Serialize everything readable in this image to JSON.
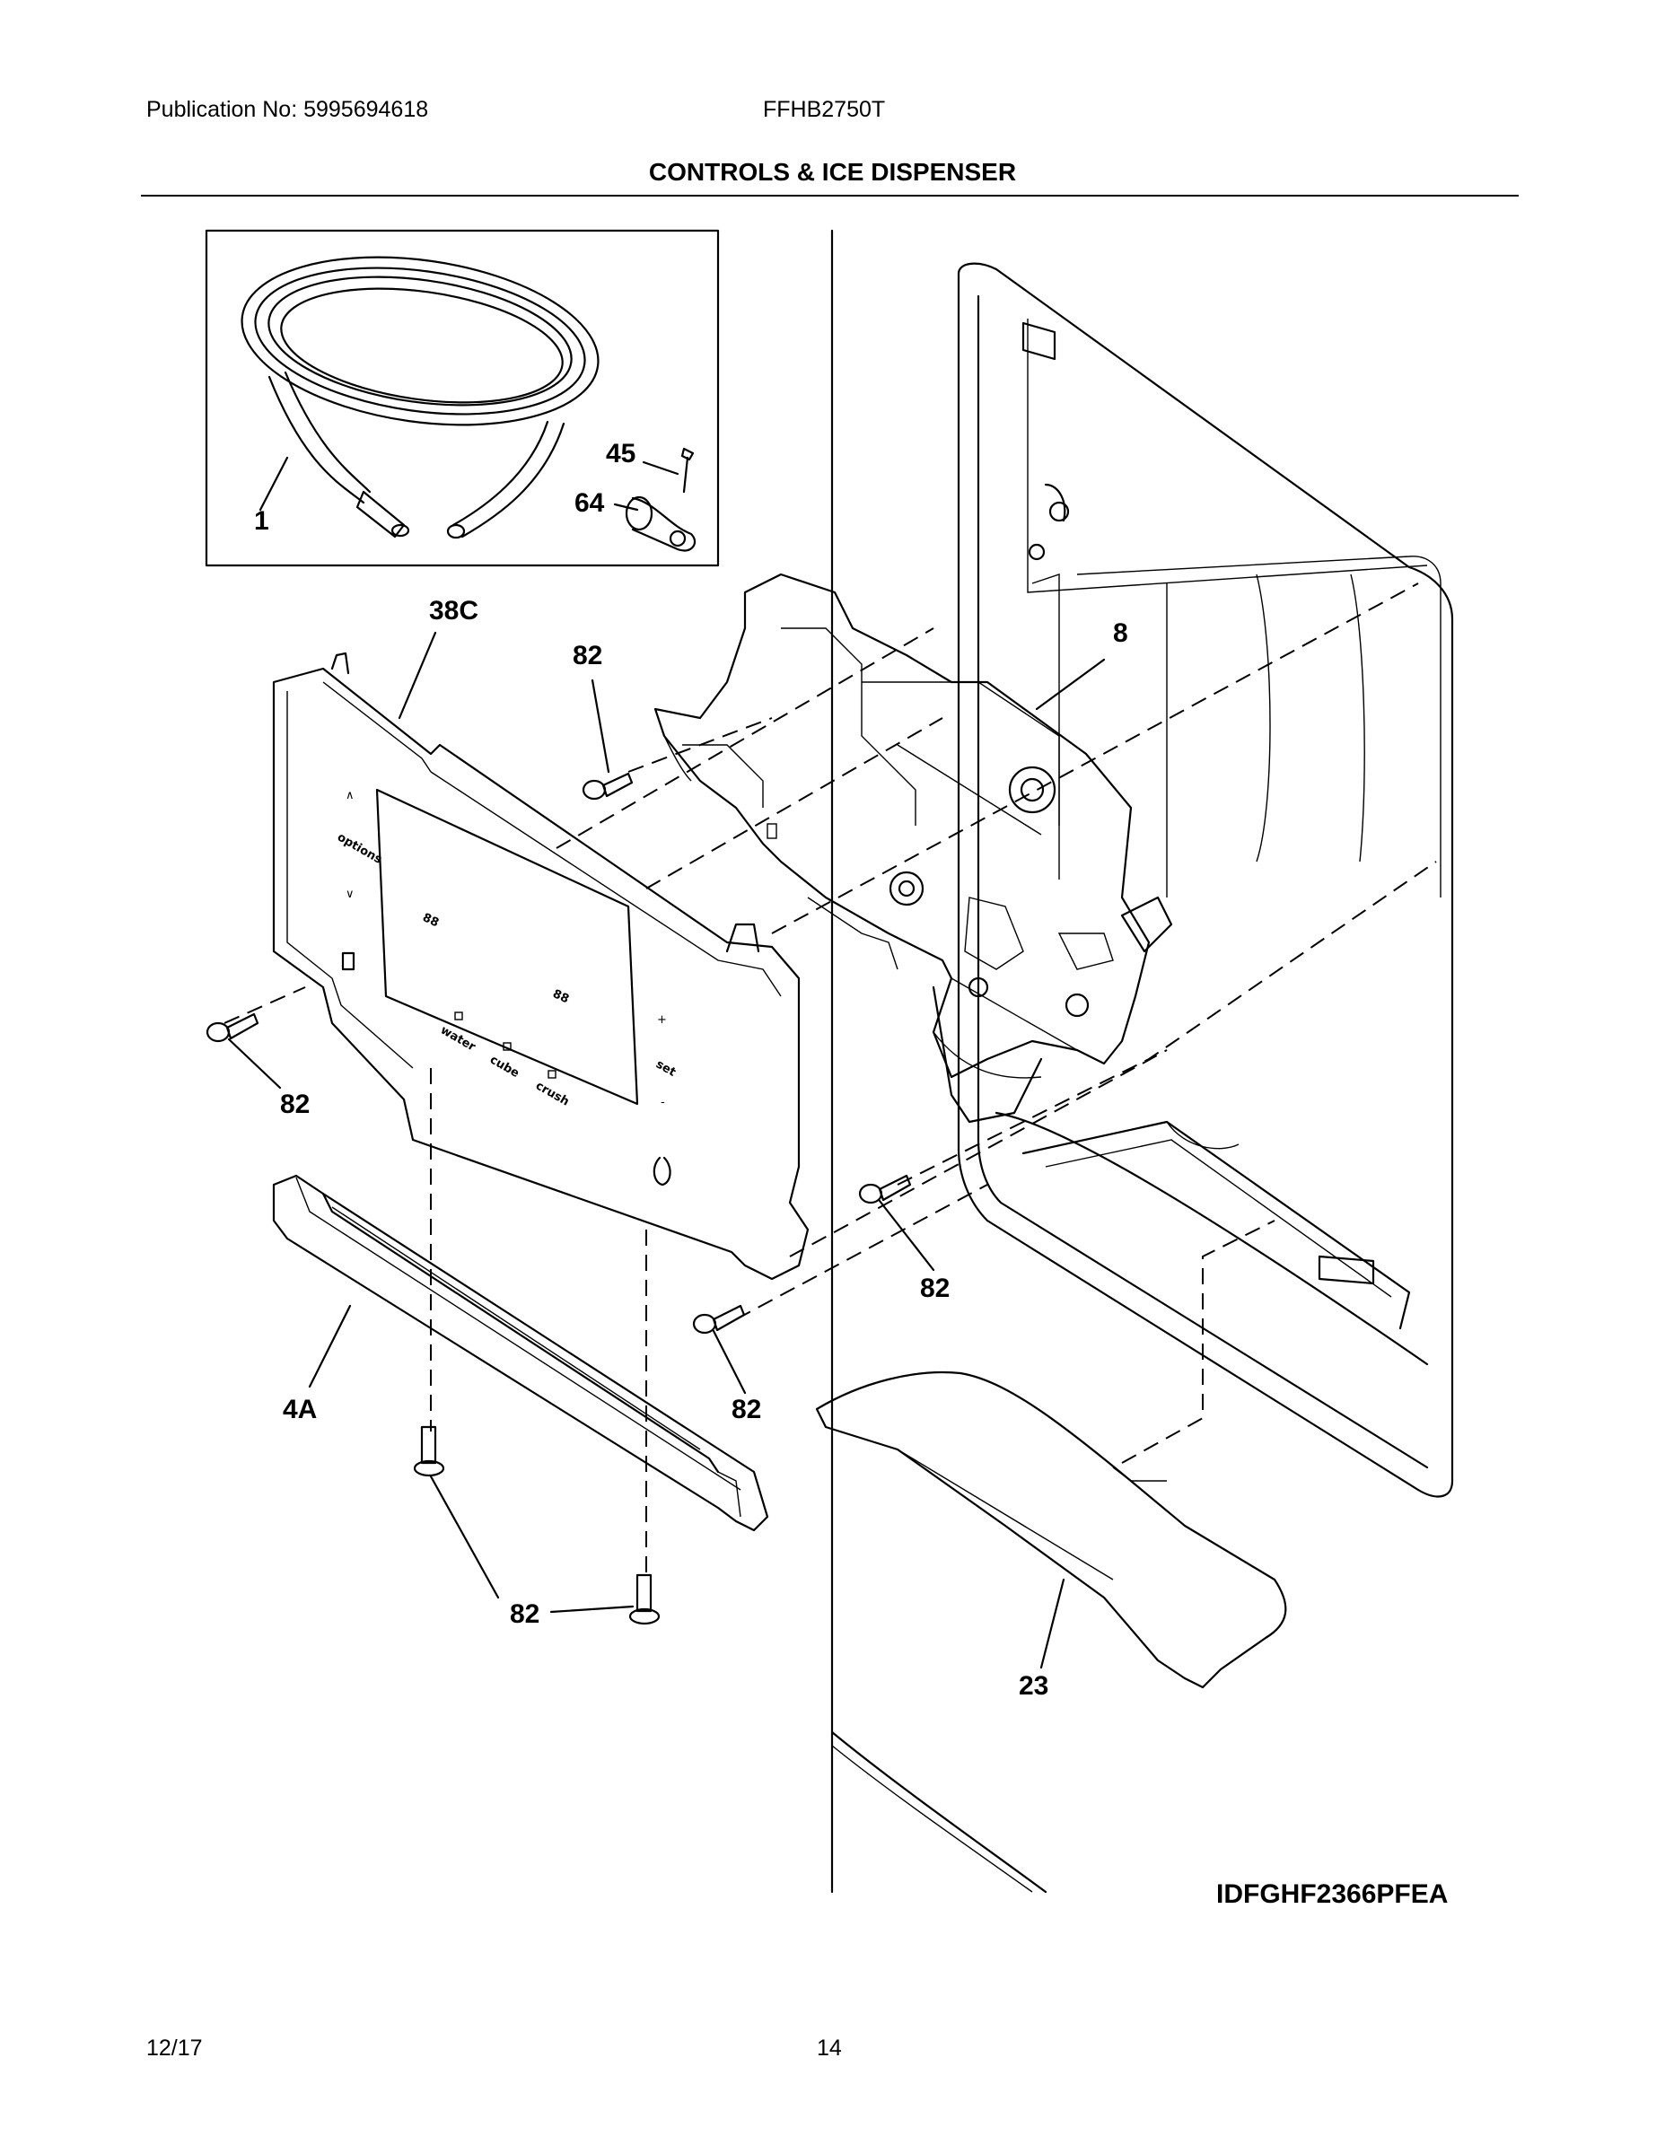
{
  "header": {
    "publication_label": "Publication No: 5995694618",
    "model": "FFHB2750T",
    "title": "CONTROLS & ICE DISPENSER"
  },
  "callouts": {
    "c1": "1",
    "c45": "45",
    "c64": "64",
    "c38c": "38C",
    "c82_top": "82",
    "c8": "8",
    "c82_left": "82",
    "c82_right_upper": "82",
    "c82_mid": "82",
    "c4a": "4A",
    "c82_bottom": "82",
    "c23": "23"
  },
  "panel_labels": {
    "options": "options",
    "water": "water",
    "cube": "cube",
    "crush": "crush",
    "set": "set",
    "display_freezer": "88",
    "display_fridge": "88"
  },
  "diagram_id": "IDFGHF2366PFEA",
  "footer": {
    "date": "12/17",
    "page": "14"
  }
}
